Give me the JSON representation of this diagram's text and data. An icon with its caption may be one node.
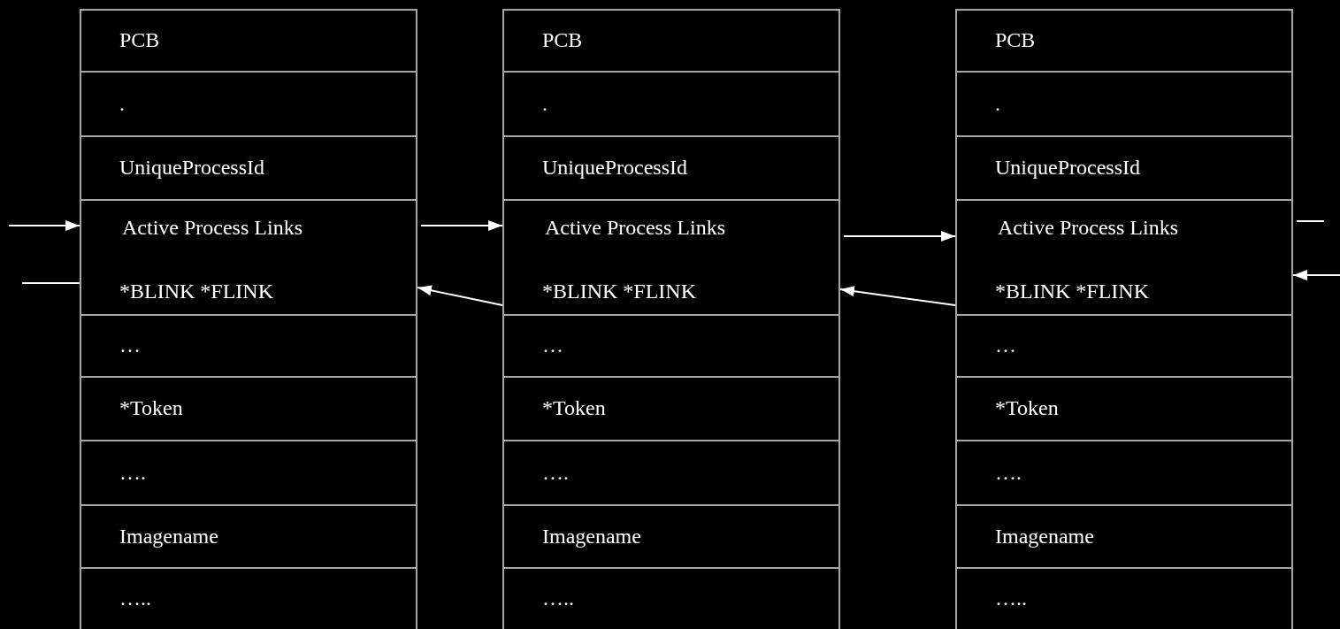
{
  "diagram": {
    "nodes": [
      {
        "text": [],
        "shape": "box"
      },
      {
        "text": [
          "PCB"
        ],
        "in": 0
      },
      {
        "text": [
          "."
        ],
        "in": 0
      },
      {
        "text": [
          "UniqueProcessId"
        ],
        "in": 0
      },
      {
        "text": [
          "Active Process Links",
          "*BLINK *FLINK"
        ],
        "in": 0
      },
      {
        "text": [
          "…"
        ],
        "in": 0
      },
      {
        "text": [
          "*Token"
        ],
        "in": 0
      },
      {
        "text": [
          "…."
        ],
        "in": 0
      },
      {
        "text": [
          "Imagename"
        ],
        "in": 0
      },
      {
        "text": [
          "….."
        ],
        "in": 0
      },
      {
        "text": [],
        "shape": "box"
      },
      {
        "text": [
          "PCB"
        ],
        "in": 10
      },
      {
        "text": [
          "."
        ],
        "in": 10
      },
      {
        "text": [
          "UniqueProcessId"
        ],
        "in": 10
      },
      {
        "text": [
          "Active Process Links",
          "*BLINK *FLINK"
        ],
        "in": 10
      },
      {
        "text": [
          "…"
        ],
        "in": 10
      },
      {
        "text": [
          "*Token"
        ],
        "in": 10
      },
      {
        "text": [
          "…."
        ],
        "in": 10
      },
      {
        "text": [
          "Imagename"
        ],
        "in": 10
      },
      {
        "text": [
          "….."
        ],
        "in": 10
      },
      {
        "text": [],
        "shape": "box"
      },
      {
        "text": [
          "PCB"
        ],
        "in": 20
      },
      {
        "text": [
          "."
        ],
        "in": 20
      },
      {
        "text": [
          "UniqueProcessId"
        ],
        "in": 20
      },
      {
        "text": [
          "Active Process Links",
          "*BLINK *FLINK"
        ],
        "in": 20
      },
      {
        "text": [
          "…"
        ],
        "in": 20
      },
      {
        "text": [
          "*Token"
        ],
        "in": 20
      },
      {
        "text": [
          "…."
        ],
        "in": 20
      },
      {
        "text": [
          "Imagename"
        ],
        "in": 20
      },
      {
        "text": [
          "….."
        ],
        "in": 20
      }
    ],
    "edges": [
      {
        "from": null,
        "to": 4,
        "arrow": "to"
      },
      {
        "from": 4,
        "to": 14,
        "arrow": "to"
      },
      {
        "from": 14,
        "to": 24,
        "arrow": "to"
      },
      {
        "from": 24,
        "to": null,
        "arrow": "none"
      },
      {
        "from": null,
        "to": 24,
        "arrow": "to"
      },
      {
        "from": 24,
        "to": 14,
        "arrow": "to"
      },
      {
        "from": 14,
        "to": 4,
        "arrow": "to"
      },
      {
        "from": 4,
        "to": null,
        "arrow": "none"
      }
    ]
  }
}
